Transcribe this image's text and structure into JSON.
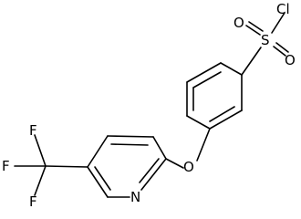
{
  "diagram": {
    "type": "chemical-structure",
    "atoms": {
      "cl": "Cl",
      "s": "S",
      "o_upper": "O",
      "o_lower": "O",
      "o_ether": "O",
      "n": "N",
      "f_top": "F",
      "f_left": "F",
      "f_bottom": "F"
    },
    "colors": {
      "line": "#000000",
      "background": "#ffffff"
    }
  }
}
